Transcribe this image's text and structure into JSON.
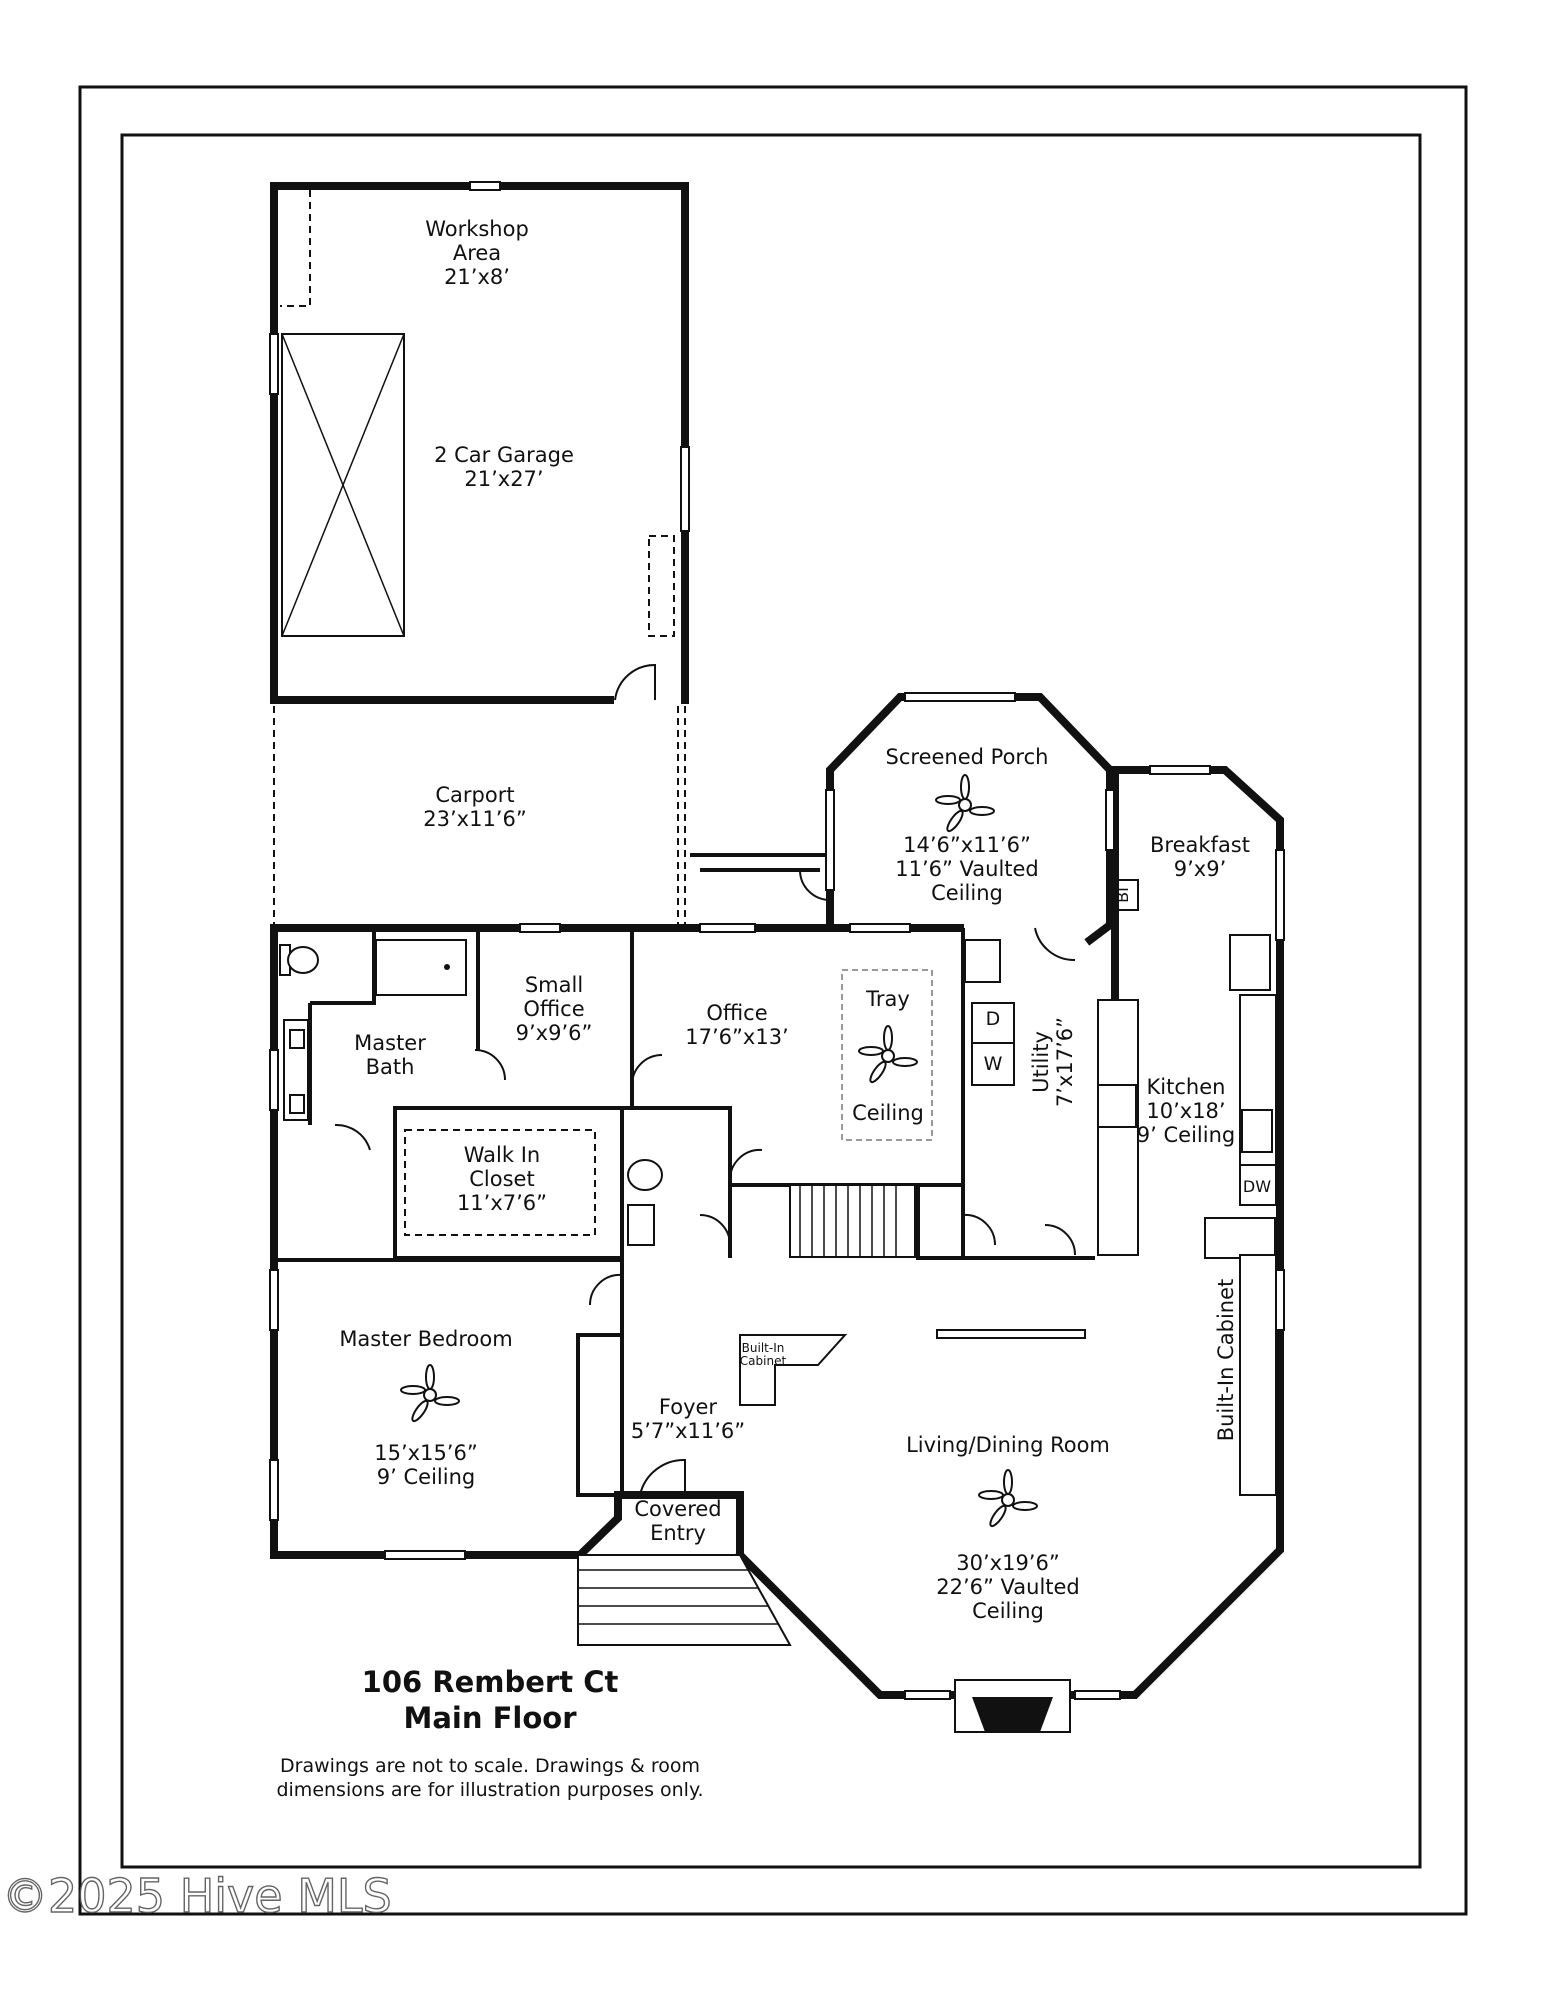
{
  "plan": {
    "rooms": {
      "workshop": {
        "l1": "Workshop",
        "l2": "Area",
        "l3": "21’x8’"
      },
      "garage": {
        "l1": "2 Car Garage",
        "l2": "21’x27’"
      },
      "carport": {
        "l1": "Carport",
        "l2": "23’x11’6”"
      },
      "porch": {
        "l1": "Screened Porch",
        "l2": "14’6”x11’6”",
        "l3": "11’6” Vaulted",
        "l4": "Ceiling"
      },
      "breakfast": {
        "l1": "Breakfast",
        "l2": "9’x9’"
      },
      "master_bath": {
        "l1": "Master",
        "l2": "Bath"
      },
      "small_office": {
        "l1": "Small",
        "l2": "Office",
        "l3": "9’x9’6”"
      },
      "office": {
        "l1": "Office",
        "l2": "17’6”x13’"
      },
      "tray": {
        "l1": "Tray",
        "l2": "Ceiling"
      },
      "utility": {
        "l1": "Utility",
        "l2": "7’x17’6”"
      },
      "kitchen": {
        "l1": "Kitchen",
        "l2": "10’x18’",
        "l3": "9’ Ceiling"
      },
      "walk_in": {
        "l1": "Walk In",
        "l2": "Closet",
        "l3": "11’x7’6”"
      },
      "master_bedroom": {
        "l1": "Master Bedroom",
        "l2": "15’x15’6”",
        "l3": "9’ Ceiling"
      },
      "foyer": {
        "l1": "Foyer",
        "l2": "5’7”x11’6”"
      },
      "covered_entry": {
        "l1": "Covered",
        "l2": "Entry"
      },
      "living": {
        "l1": "Living/Dining Room",
        "l2": "30’x19’6”",
        "l3": "22’6” Vaulted",
        "l4": "Ceiling"
      }
    },
    "fixtures": {
      "bi": "BI",
      "dryer": "D",
      "washer": "W",
      "dishwasher": "DW",
      "builtin_cabinet_small_1": "Built-In",
      "builtin_cabinet_small_2": "Cabinet",
      "builtin_cabinet_long": "Built-In Cabinet"
    },
    "title_line1": "106 Rembert Ct",
    "title_line2": "Main Floor",
    "disclaimer_line1": "Drawings are not to scale. Drawings & room",
    "disclaimer_line2": "dimensions are for illustration purposes only."
  },
  "watermark": "©2025 Hive MLS"
}
